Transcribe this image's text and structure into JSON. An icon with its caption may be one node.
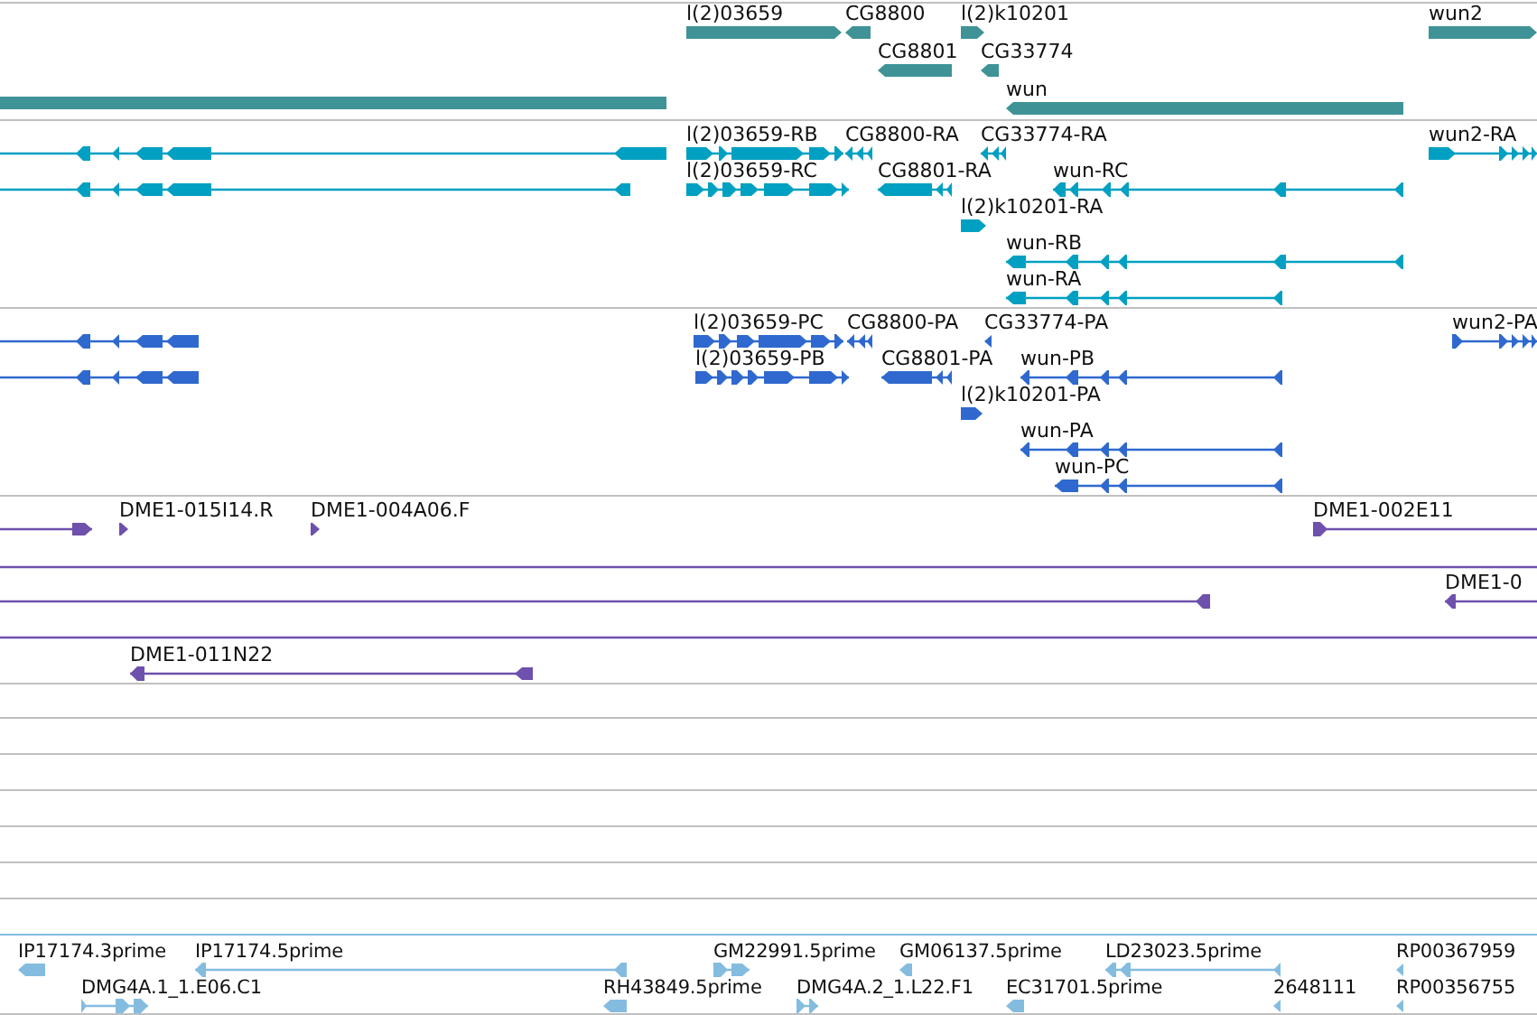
{
  "diagram": {
    "nodes": [
      {
        "text": [],
        "shape": "bar"
      },
      {
        "text": [
          "l(2)03659"
        ]
      },
      {
        "text": [
          "CG8800"
        ]
      },
      {
        "text": [
          "l(2)k10201"
        ]
      },
      {
        "text": [
          "wun2"
        ]
      },
      {
        "text": [
          "CG8801"
        ]
      },
      {
        "text": [
          "CG33774"
        ]
      },
      {
        "text": [
          "wun"
        ]
      },
      {
        "text": [],
        "shape": "bar"
      },
      {
        "text": [],
        "shape": "bar"
      },
      {
        "text": [
          "l(2)03659-RB"
        ]
      },
      {
        "text": [
          "CG8800-RA"
        ]
      },
      {
        "text": [
          "CG33774-RA"
        ]
      },
      {
        "text": [
          "wun2-RA"
        ]
      },
      {
        "text": [
          "l(2)03659-RC"
        ]
      },
      {
        "text": [
          "CG8801-RA"
        ]
      },
      {
        "text": [
          "wun-RC"
        ]
      },
      {
        "text": [
          "l(2)k10201-RA"
        ]
      },
      {
        "text": [
          "wun-RB"
        ]
      },
      {
        "text": [
          "wun-RA"
        ]
      },
      {
        "text": [],
        "shape": "bar"
      },
      {
        "text": [],
        "shape": "bar"
      },
      {
        "text": [
          "l(2)03659-PC"
        ]
      },
      {
        "text": [
          "CG8800-PA"
        ]
      },
      {
        "text": [
          "CG33774-PA"
        ]
      },
      {
        "text": [
          "wun2-PA"
        ]
      },
      {
        "text": [
          "l(2)03659-PB"
        ]
      },
      {
        "text": [
          "CG8801-PA"
        ]
      },
      {
        "text": [
          "wun-PB"
        ]
      },
      {
        "text": [
          "l(2)k10201-PA"
        ]
      },
      {
        "text": [
          "wun-PA"
        ]
      },
      {
        "text": [
          "wun-PC"
        ]
      },
      {
        "text": [],
        "shape": "bar"
      },
      {
        "text": [
          "DME1-015I14.R"
        ]
      },
      {
        "text": [
          "DME1-004A06.F"
        ]
      },
      {
        "text": [
          "DME1-002E11"
        ]
      },
      {
        "text": [],
        "shape": "bar"
      },
      {
        "text": [],
        "shape": "bar"
      },
      {
        "text": [
          "DME1-0"
        ]
      },
      {
        "text": [],
        "shape": "bar"
      },
      {
        "text": [
          "DME1-011N22"
        ]
      },
      {
        "text": [
          "IP17174.3prime"
        ]
      },
      {
        "text": [
          "IP17174.5prime"
        ]
      },
      {
        "text": [
          "GM22991.5prime"
        ]
      },
      {
        "text": [
          "GM06137.5prime"
        ]
      },
      {
        "text": [
          "LD23023.5prime"
        ]
      },
      {
        "text": [
          "RP00367959"
        ]
      },
      {
        "text": [
          "DMG4A.1_1.E06.C1"
        ]
      },
      {
        "text": [
          "RH43849.5prime"
        ]
      },
      {
        "text": [
          "DMG4A.2_1.L22.F1"
        ]
      },
      {
        "text": [
          "EC31701.5prime"
        ]
      },
      {
        "text": [
          "2648111"
        ]
      },
      {
        "text": [
          "RP00356755"
        ]
      }
    ]
  }
}
